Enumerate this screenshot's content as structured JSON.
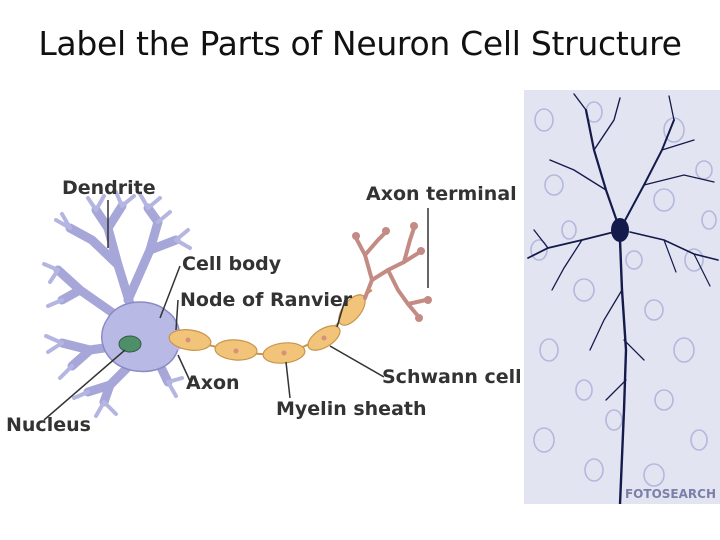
{
  "title": "Label the Parts of Neuron Cell Structure",
  "diagram": {
    "labels": {
      "dendrite": "Dendrite",
      "cell_body": "Cell body",
      "node_of_ranvier": "Node of Ranvier",
      "axon": "Axon",
      "nucleus": "Nucleus",
      "myelin_sheath": "Myelin sheath",
      "schwann_cell": "Schwann cell",
      "axon_terminal": "Axon terminal"
    },
    "colors": {
      "cell": "#b9b9e6",
      "cell_outline": "#8a8ac4",
      "nucleus": "#4e8f6a",
      "myelin": "#f2c47a",
      "myelin_outline": "#c8954a",
      "terminal": "#c48a84"
    }
  },
  "photo": {
    "watermark": "FOTOSEARCH",
    "colors": {
      "background": "#e3e4f2",
      "cell": "#141a4a"
    }
  }
}
